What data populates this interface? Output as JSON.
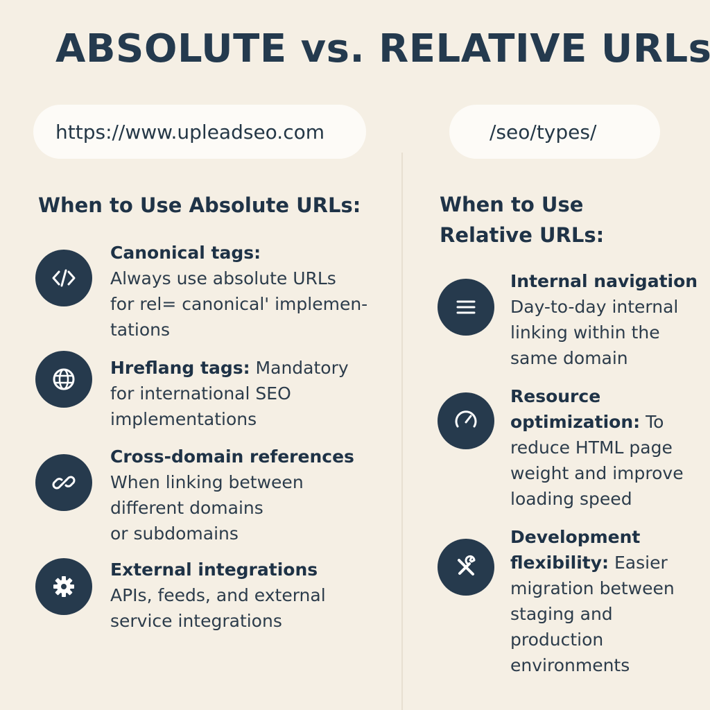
{
  "title": "ABSOLUTE vs. RELATIVE URLs",
  "absolute": {
    "url_example": "https://www.upleadseo.com",
    "heading": "When to Use Absolute URLs:",
    "items": [
      {
        "icon": "code-icon",
        "label": "Canonical tags:",
        "desc_lines": [
          "Always use absolute URLs",
          "for rel= canonical' implemen-",
          "tations"
        ]
      },
      {
        "icon": "globe-icon",
        "label": "Hreflang tags:",
        "desc_first": " Mandatory",
        "desc_lines": [
          "for international SEO",
          "implementations"
        ]
      },
      {
        "icon": "link-icon",
        "label": "Cross-domain references",
        "desc_lines": [
          "When linking between",
          "different domains",
          "or subdomains"
        ]
      },
      {
        "icon": "gear-icon",
        "label": "External integrations",
        "desc_lines": [
          "APIs, feeds, and external",
          "service integrations"
        ]
      }
    ]
  },
  "relative": {
    "url_example": "/seo/types/",
    "heading_lines": [
      "When to Use",
      "Relative URLs:"
    ],
    "items": [
      {
        "icon": "menu-lines-icon",
        "label": "Internal navigation",
        "desc_lines": [
          "Day-to-day internal",
          "linking within the",
          "same domain"
        ]
      },
      {
        "icon": "speedometer-icon",
        "label_lines": [
          "Resource",
          "optimization:"
        ],
        "desc_first": " To",
        "desc_lines": [
          "reduce HTML page",
          "weight and improve",
          "loading speed"
        ]
      },
      {
        "icon": "tools-icon",
        "label_lines": [
          "Development",
          "flexibility:"
        ],
        "desc_first": " Easier",
        "desc_lines": [
          "migration between",
          "staging and",
          "production",
          "environments"
        ]
      }
    ]
  },
  "colors": {
    "background": "#f5efe4",
    "icon_circle": "#263a4d",
    "text_dark": "#1f3347"
  }
}
